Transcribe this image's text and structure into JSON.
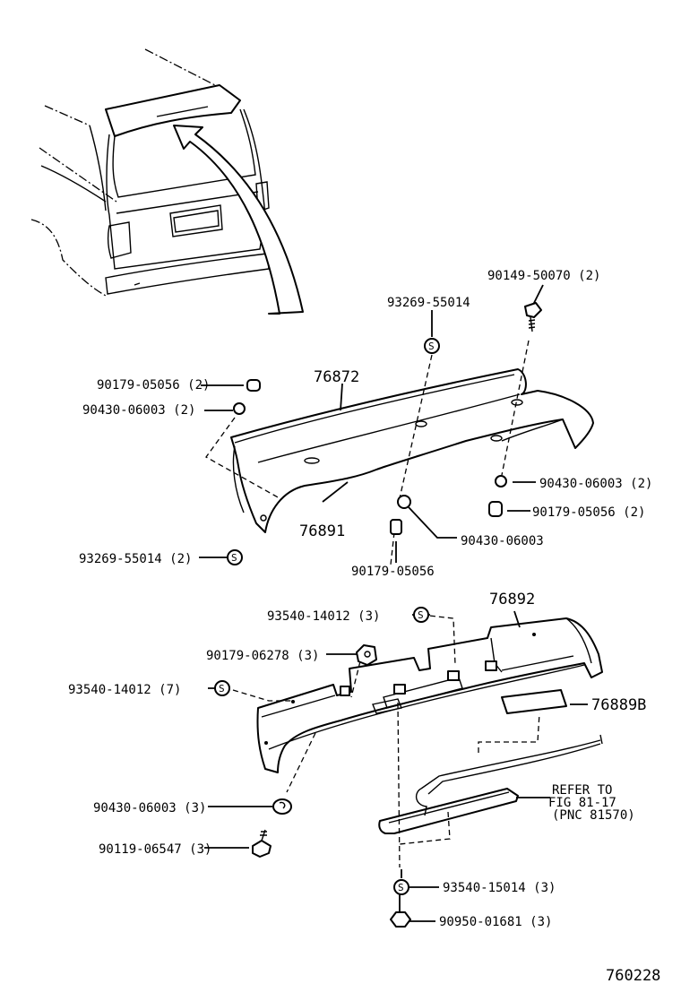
{
  "labels": {
    "p90149_50070": "90149-50070 (2)",
    "p93269_55014_top": "93269-55014",
    "p76872": "76872",
    "p90179_05056_2_left": "90179-05056 (2)",
    "p90430_06003_2_left": "90430-06003 (2)",
    "p76891": "76891",
    "p93269_55014_2": "93269-55014 (2)",
    "p90179_05056": "90179-05056",
    "p90430_06003_mid": "90430-06003",
    "p90430_06003_2_right": "90430-06003 (2)",
    "p90179_05056_2_right": "90179-05056 (2)",
    "p93540_14012_3": "93540-14012 (3)",
    "p76892": "76892",
    "p90179_06278_3": "90179-06278 (3)",
    "p93540_14012_7": "93540-14012 (7)",
    "p76889b": "76889B",
    "p90430_06003_3": "90430-06003 (3)",
    "p90119_06547_3": "90119-06547 (3)",
    "p93540_15014_3": "93540-15014 (3)",
    "p90950_01681_3": "90950-01681 (3)",
    "refer_line1": "REFER TO",
    "refer_line2": "FIG 81-17",
    "refer_line3": "(PNC 81570)",
    "s_mark": "S",
    "diagram_code": "760228"
  },
  "icons": [
    "van-rear-view",
    "spoiler-upper",
    "spoiler-lower",
    "stop-lamp",
    "screw",
    "nut",
    "clip",
    "washer",
    "sticker"
  ]
}
